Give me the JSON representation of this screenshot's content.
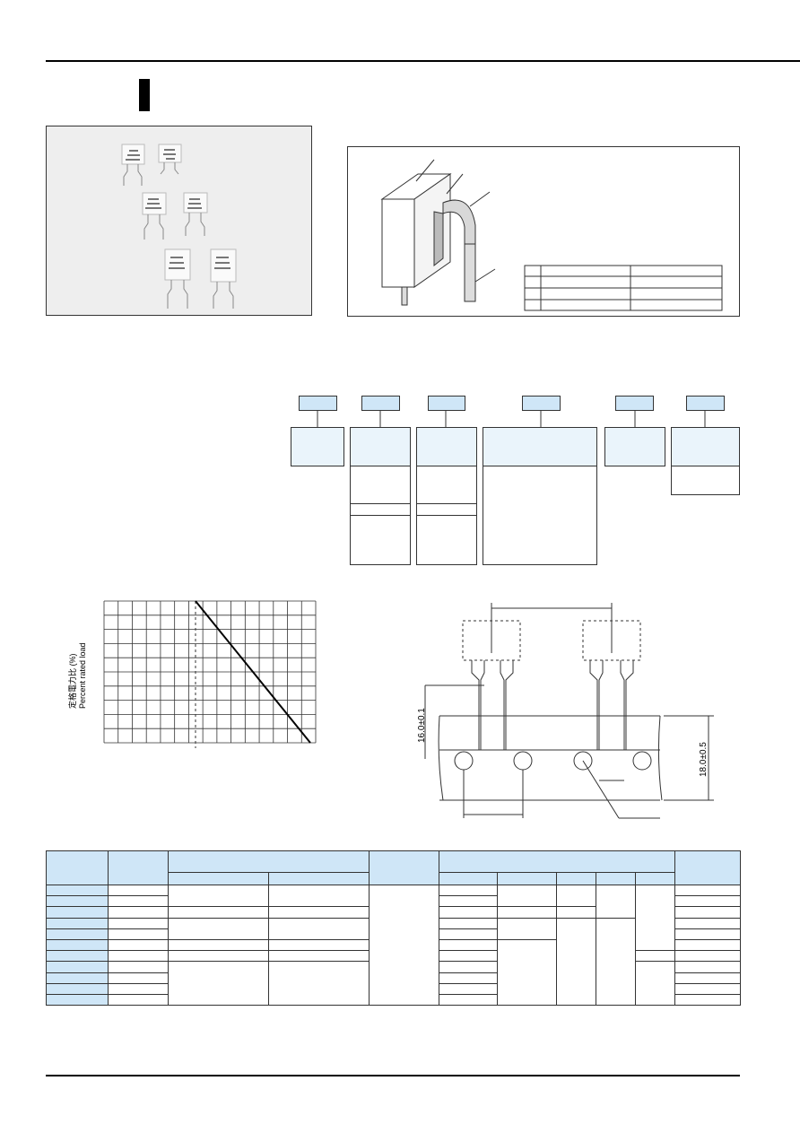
{
  "derating": {
    "ylabel_cn": "定格電力比 (%)",
    "ylabel_en": "Percent rated load"
  },
  "taping": {
    "dim_left": "16.0±0.1",
    "dim_right": "18.0±0.5"
  }
}
